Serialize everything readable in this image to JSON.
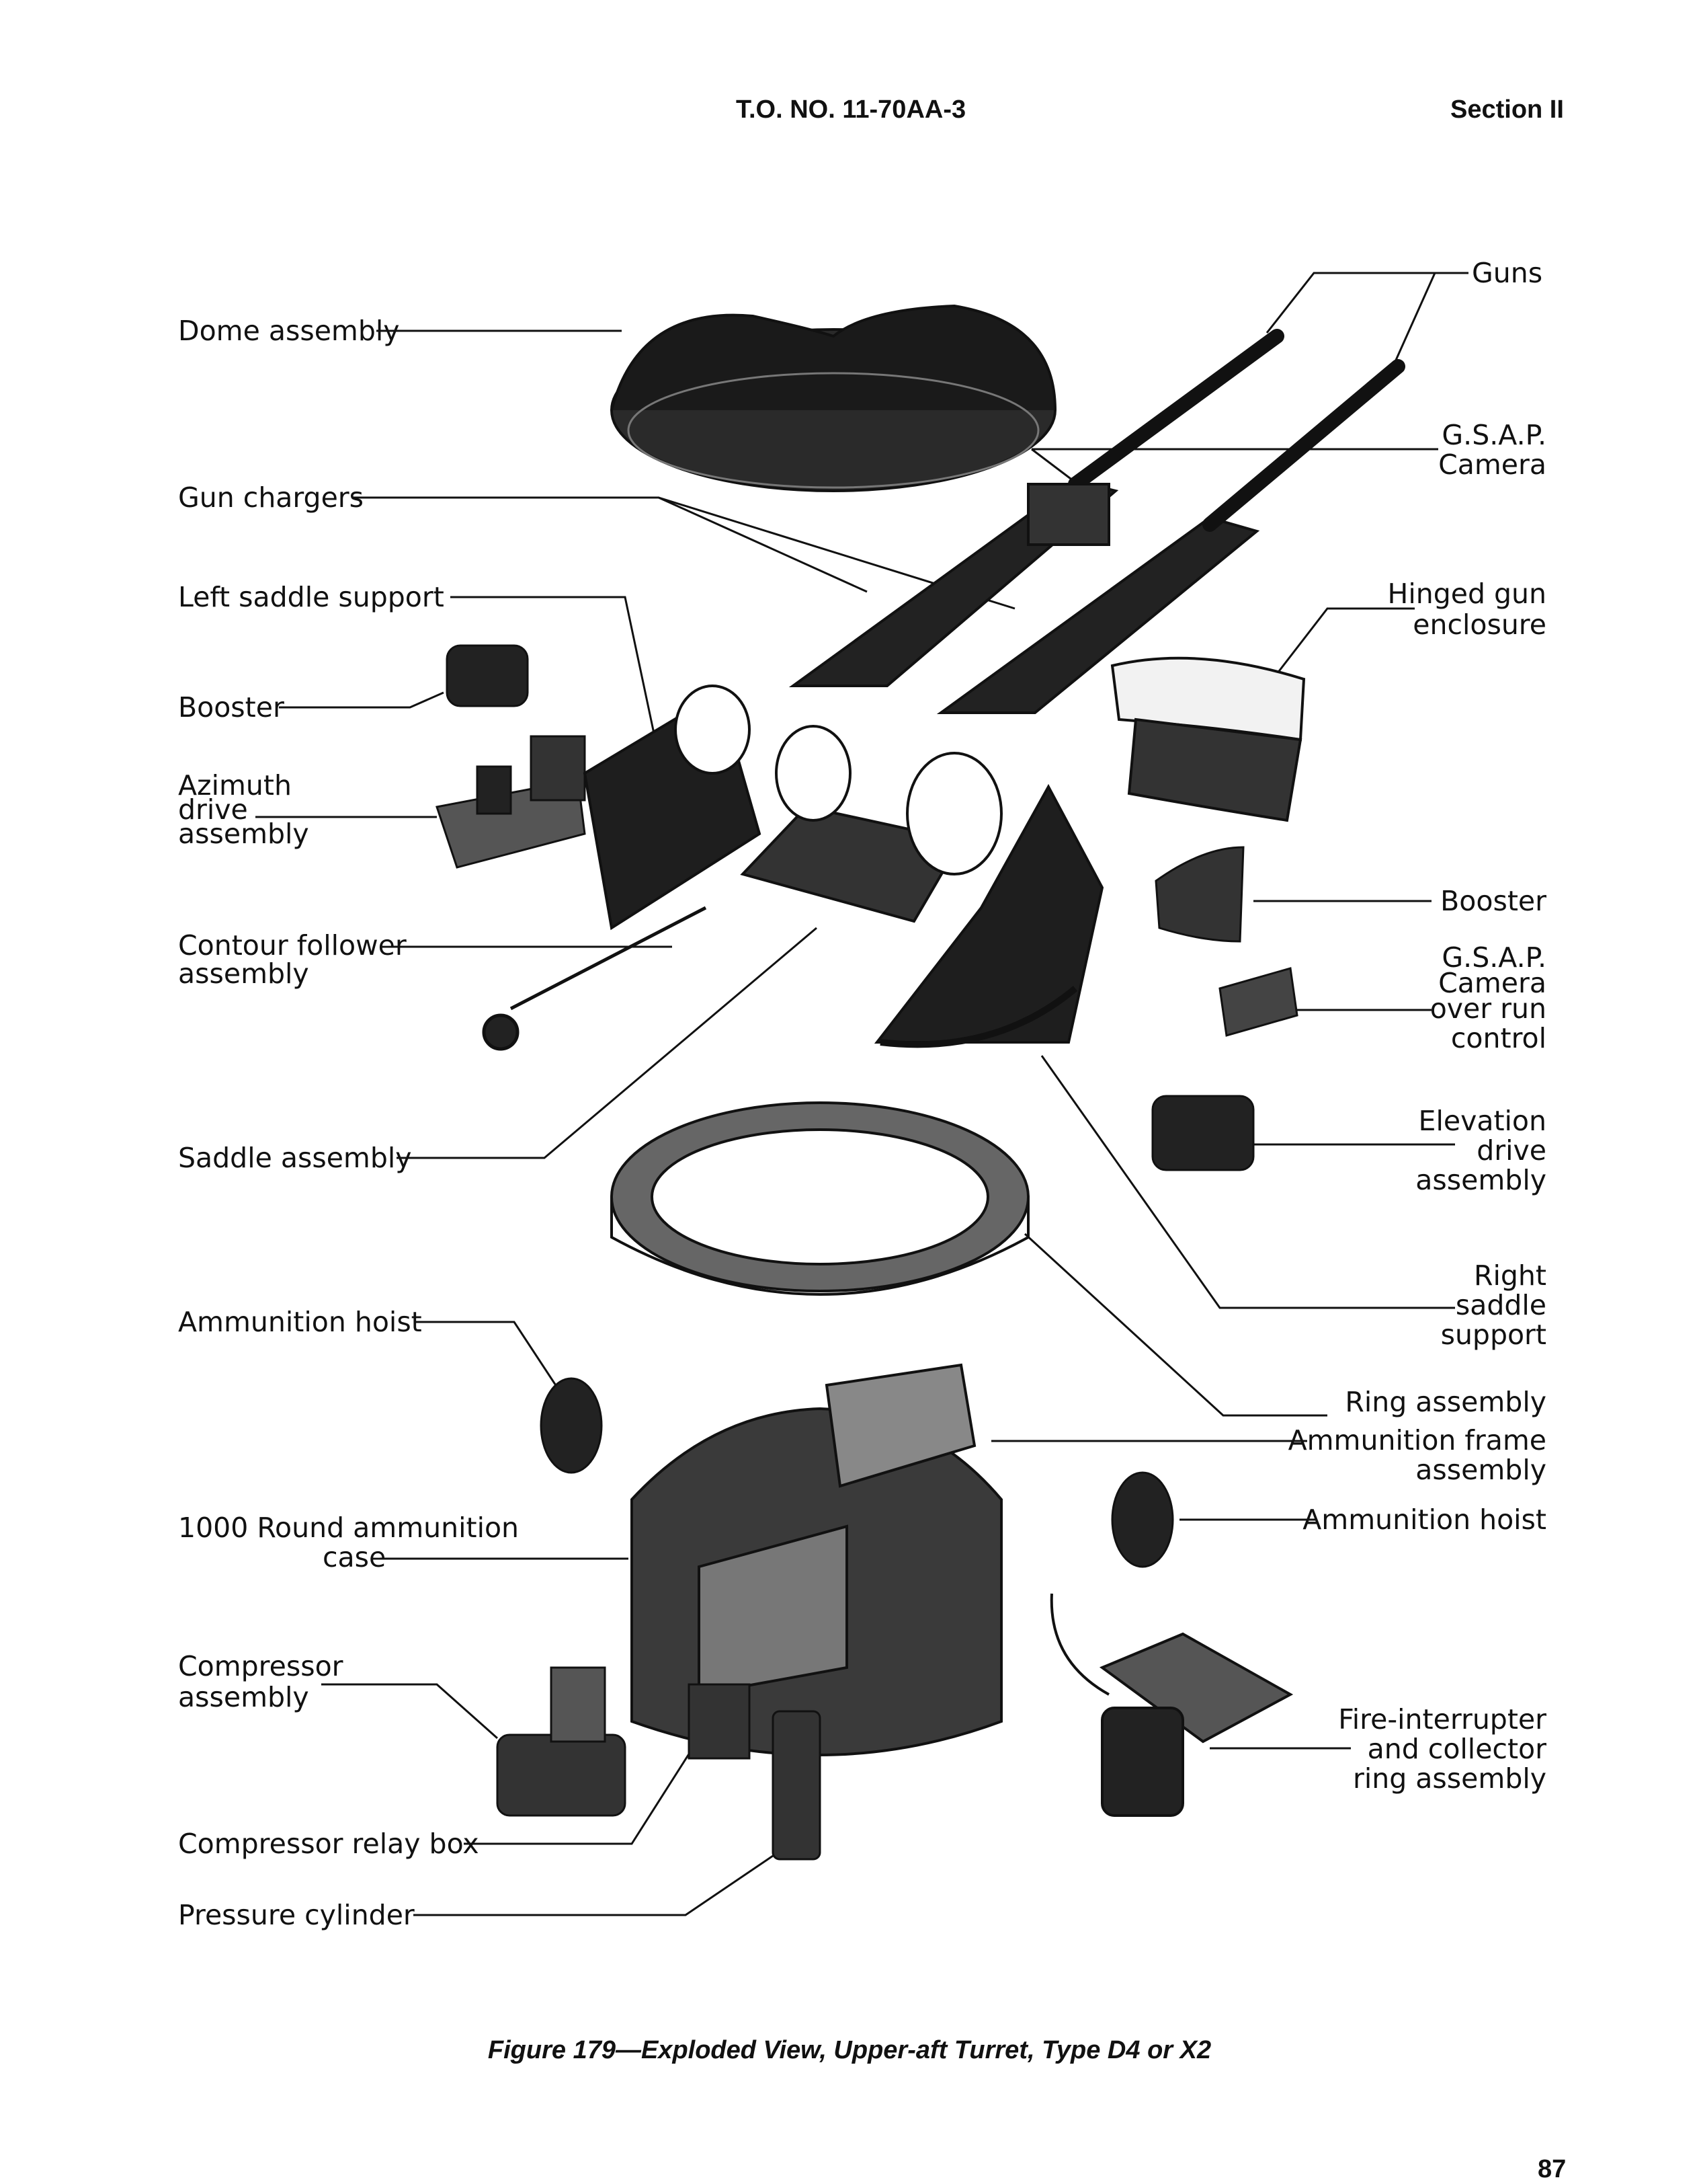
{
  "header": {
    "doc_number": "T.O. NO. 11-70AA-3",
    "section": "Section II"
  },
  "labels": {
    "left": {
      "dome_assembly": "Dome assembly",
      "gun_chargers": "Gun chargers",
      "left_saddle_support": "Left saddle support",
      "booster": "Booster",
      "azimuth_drive": [
        "Azimuth",
        "drive",
        "assembly"
      ],
      "contour_follower": [
        "Contour follower",
        "assembly"
      ],
      "saddle_assembly": "Saddle assembly",
      "ammunition_hoist": "Ammunition hoist",
      "ammo_case": [
        "1000 Round ammunition",
        "case"
      ],
      "compressor_assembly": [
        "Compressor",
        "assembly"
      ],
      "compressor_relay_box": "Compressor relay box",
      "pressure_cylinder": "Pressure cylinder"
    },
    "right": {
      "guns": "Guns",
      "gsap_camera": [
        "G.S.A.P.",
        "Camera"
      ],
      "hinged_gun_enclosure": [
        "Hinged gun",
        "enclosure"
      ],
      "booster": "Booster",
      "gsap_overrun": [
        "G.S.A.P.",
        "Camera",
        "over run",
        "control"
      ],
      "elevation_drive": [
        "Elevation",
        "drive",
        "assembly"
      ],
      "right_saddle_support": [
        "Right",
        "saddle",
        "support"
      ],
      "ring_assembly": "Ring assembly",
      "ammunition_frame": [
        "Ammunition frame",
        "assembly"
      ],
      "ammunition_hoist": "Ammunition hoist",
      "fire_interrupter": [
        "Fire-interrupter",
        "and collector",
        "ring assembly"
      ]
    }
  },
  "caption": "Figure 179—Exploded View, Upper-aft Turret, Type D4 or X2",
  "page_number": "87"
}
